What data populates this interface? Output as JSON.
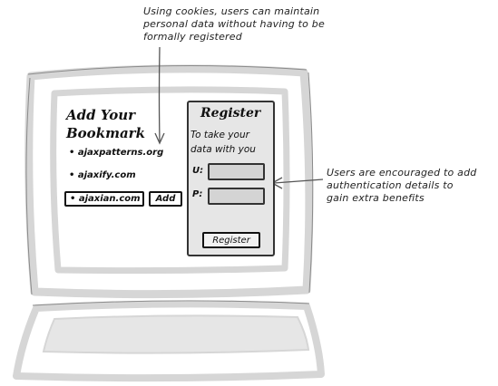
{
  "annotations": {
    "top": {
      "lines": [
        "Using cookies, users can maintain",
        "personal data without having to be",
        "formally registered"
      ]
    },
    "right": {
      "lines": [
        "Users are encouraged to add",
        "authentication details to",
        "gain extra benefits"
      ]
    }
  },
  "bookmark": {
    "heading_lines": [
      "Add Your",
      "Bookmark"
    ],
    "items": [
      "• ajaxpatterns.org",
      "• ajaxify.com"
    ],
    "input_value": "• ajaxian.com",
    "add_label": "Add"
  },
  "register": {
    "title": "Register",
    "description_lines": [
      "To take your",
      "data with you"
    ],
    "username_label": "U:",
    "password_label": "P:",
    "button_label": "Register"
  },
  "colors": {
    "monitor_frame": "#d9d9d9",
    "panel_fill": "#e6e6e6",
    "ink": "#111111"
  }
}
